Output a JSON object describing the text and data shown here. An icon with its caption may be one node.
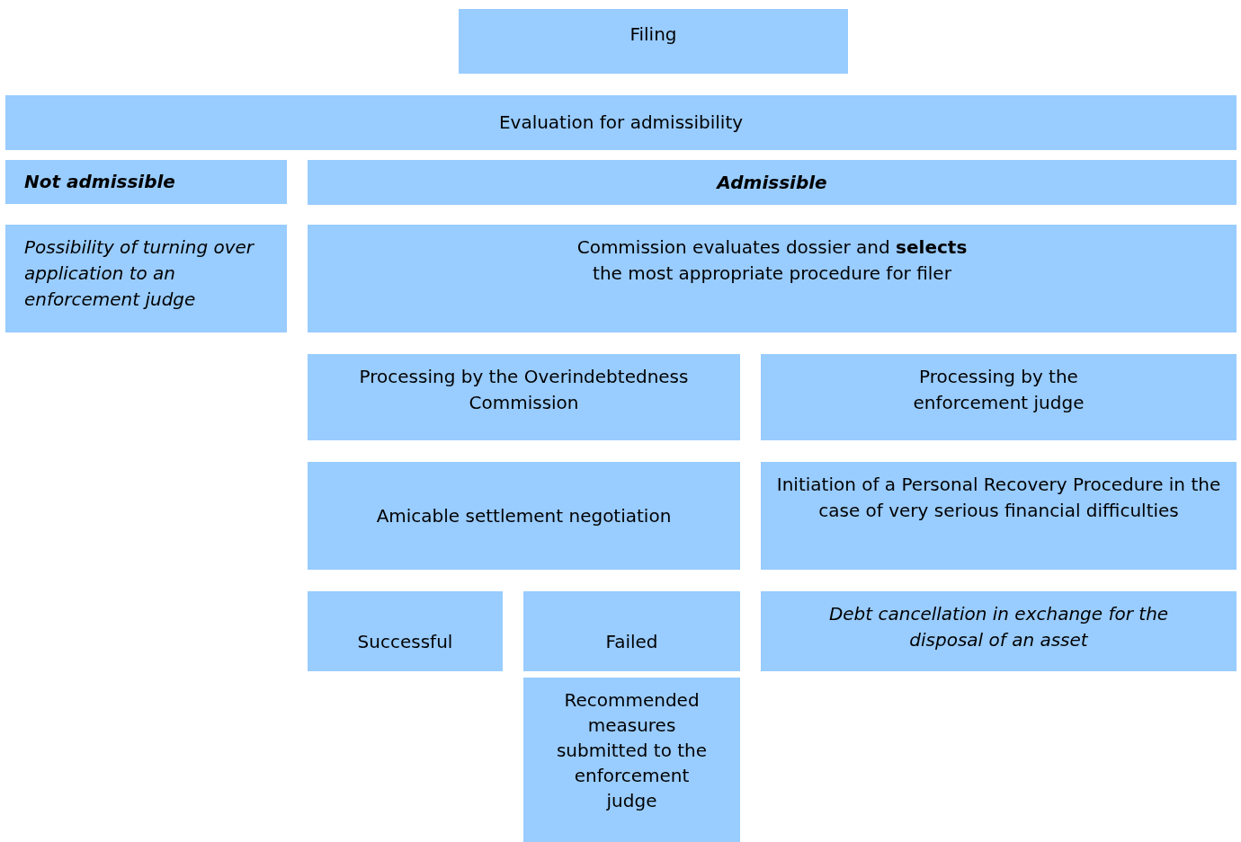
{
  "diagram": {
    "nodes": [
      {
        "text": [
          "Filing"
        ]
      },
      {
        "text": [
          "Evaluation for admissibility"
        ]
      },
      {
        "text": [
          "Not admissible"
        ]
      },
      {
        "text": [
          "Admissible"
        ]
      },
      {
        "text": [
          "Possibility of turning over application to an enforcement judge"
        ]
      },
      {
        "text": [
          "Commission evaluates dossier and **selects** the most appropriate procedure for filer"
        ]
      },
      {
        "text": [
          "Processing by the Overindebtedness Commission"
        ]
      },
      {
        "text": [
          "Processing by the enforcement judge"
        ]
      },
      {
        "text": [
          "Amicable settlement negotiation"
        ]
      },
      {
        "text": [
          "Initiation of a Personal Recovery Procedure in the case of very serious financial difficulties"
        ]
      },
      {
        "text": [
          "Successful"
        ]
      },
      {
        "text": [
          "Failed"
        ]
      },
      {
        "text": [
          "Debt cancellation in exchange for the disposal of an asset"
        ]
      },
      {
        "text": [
          "Recommended measures submitted to the enforcement judge"
        ]
      }
    ]
  }
}
